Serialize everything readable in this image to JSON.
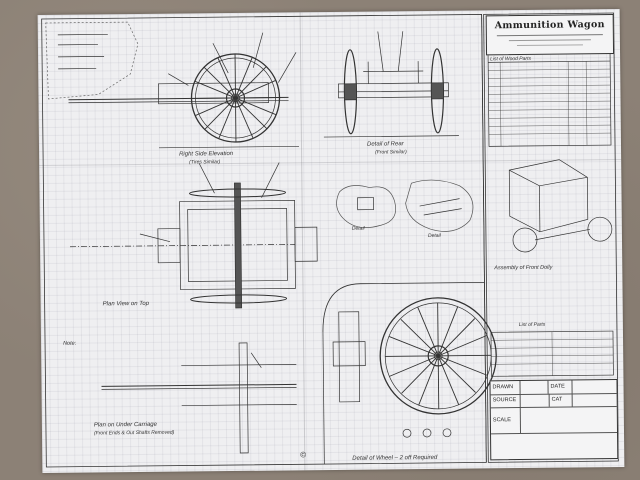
{
  "title": "Ammunition Wagon",
  "views": {
    "side": "Right Side Elevation",
    "side_note": "(Tires Similar)",
    "rear": "Detail of Rear",
    "rear_note": "(Front Similar)",
    "plan": "Plan View on Top",
    "under": "Plan on Under Carriage",
    "under_note": "(Front Ends & Out Shafts Removed)",
    "iso": "Assembly of Front Dolly",
    "wheel": "Detail of Wheel",
    "wheel_note": "2 off Required"
  },
  "notes": {
    "general": "Note:",
    "parts_heading": "List of Parts",
    "upper_right": "List of Wood Parts",
    "detail_a": "Detail",
    "detail_b": "Detail"
  },
  "title_block": {
    "drawn_label": "DRAWN",
    "drawn_value": "",
    "date_label": "DATE",
    "date_value": "",
    "source_label": "SOURCE",
    "cat_label": "CAT",
    "scale_label": "SCALE",
    "scale_value": ""
  },
  "copyright": "©"
}
